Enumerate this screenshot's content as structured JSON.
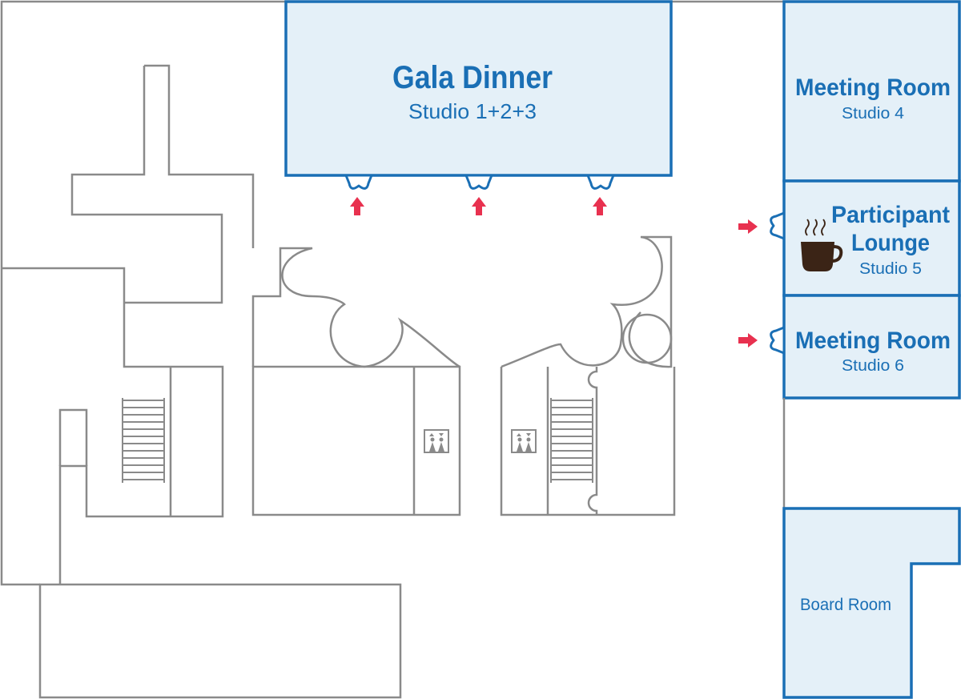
{
  "colors": {
    "room_fill": "#e4f0f8",
    "room_stroke": "#1a6fb5",
    "label": "#1a6fb5",
    "wall": "#8a8a8a",
    "entrance_arrow": "#e8314f",
    "coffee_cup": "#3b2416"
  },
  "rooms": {
    "gala": {
      "title": "Gala Dinner",
      "subtitle": "Studio 1+2+3"
    },
    "meeting4": {
      "title": "Meeting Room",
      "subtitle": "Studio 4"
    },
    "lounge": {
      "title_line1": "Participant",
      "title_line2": "Lounge",
      "subtitle": "Studio 5",
      "icon": "coffee-cup-icon"
    },
    "meeting6": {
      "title": "Meeting Room",
      "subtitle": "Studio 6"
    },
    "board": {
      "title": "Board Room"
    }
  },
  "icons": [
    "elevator-icon",
    "stairs-icon",
    "entrance-arrow-icon",
    "coffee-cup-icon"
  ]
}
